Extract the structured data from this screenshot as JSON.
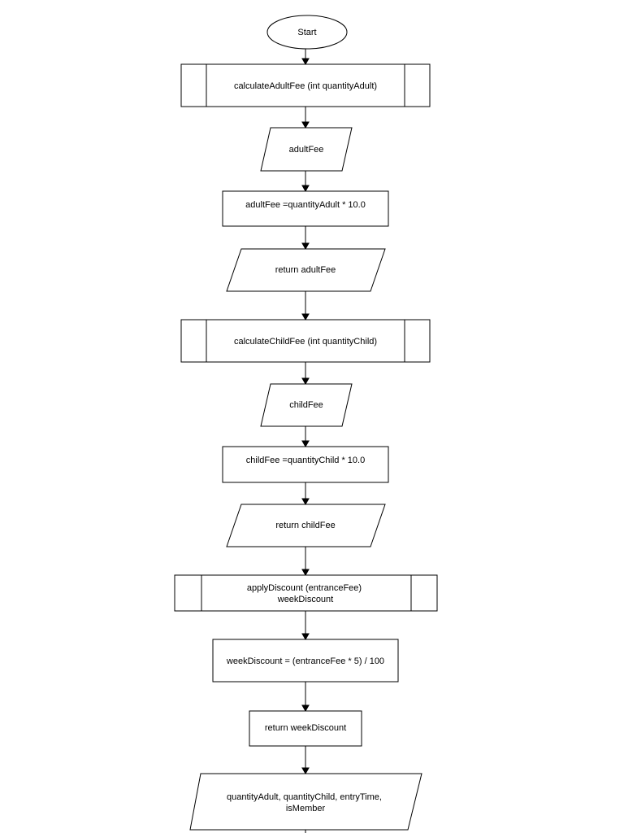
{
  "flowchart": {
    "start": "Start",
    "calc_adult_call": "calculateAdultFee (int quantityAdult)",
    "adult_fee_io": "adultFee",
    "adult_fee_calc": "adultFee =quantityAdult * 10.0",
    "return_adult": "return adultFee",
    "calc_child_call": "calculateChildFee (int quantityChild)",
    "child_fee_io": "childFee",
    "child_fee_calc": "childFee =quantityChild * 10.0",
    "return_child": "return childFee",
    "apply_discount_call": [
      "applyDiscount (entranceFee)",
      "weekDiscount"
    ],
    "week_discount_calc": "weekDiscount = (entranceFee * 5) / 100",
    "return_week_discount": "return weekDiscount",
    "input_params": [
      "quantityAdult, quantityChild, entryTime,",
      "isMember"
    ]
  }
}
